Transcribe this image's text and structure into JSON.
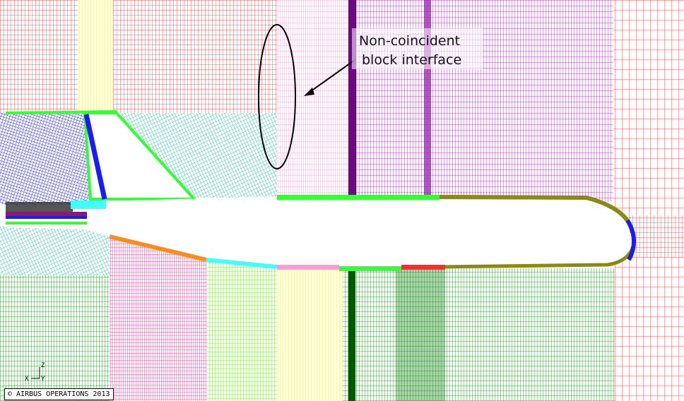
{
  "annotation": {
    "line1": "Non-coincident",
    "line2": "block interface"
  },
  "triad": {
    "z_label": "Z",
    "x_label": "X",
    "y_label": "Y"
  },
  "copyright": "© AIRBUS OPERATIONS 2013",
  "colors": {
    "red": "#ff2a2a",
    "purple": "#9a1ea8",
    "dark_purple": "#6a0a80",
    "green": "#0a8a0a",
    "dark_green": "#005a00",
    "lime": "#33ff33",
    "blue": "#1a1aff",
    "teal": "#18b8a0",
    "magenta": "#ff1a9a",
    "pink": "#ffb0e0",
    "yellow": "#ffff60",
    "cyan": "#40ffff",
    "orange": "#ff8c1a",
    "olive": "#8a8a10",
    "wall": "#ffffff"
  }
}
